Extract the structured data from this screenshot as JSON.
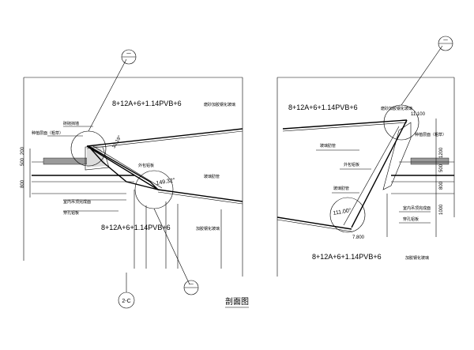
{
  "sheet_title": "剖面图",
  "left_section": {
    "spec_top": "8+12A+6+1.14PVB+6",
    "spec_top_note": "磨砂加胶钢化玻璃",
    "spec_bottom": "8+12A+6+1.14PVB+6",
    "spec_bottom_note": "加胶钢化玻璃",
    "label_railing": "砖砌挡墙",
    "label_planting": "种植层面（粗草）",
    "label_steel_beam": "外包铝板",
    "label_glass_rib": "玻璃肋管",
    "label_ceiling": "室内吊顶完成面",
    "label_perforated": "穿孔铝板",
    "angle_1": "32.19°",
    "angle_2": "149.32°",
    "dim_500": "500",
    "dim_200": "200",
    "dim_800": "800",
    "callout_top": "一",
    "callout_bottom": "一"
  },
  "right_section": {
    "spec_top": "8+12A+6+1.14PVB+6",
    "spec_top_note": "磨砂加胶钢化玻璃",
    "spec_bottom": "8+12A+6+1.14PVB+6",
    "spec_bottom_note": "加胶钢化玻璃",
    "label_glass_rib_top": "玻璃肋管",
    "label_aluminum": "外包铝板",
    "label_glass_rib_bottom": "玻璃肋管",
    "label_planting": "种植层面（粗草）",
    "label_ceiling": "室内吊顶完成面",
    "label_perforated": "穿孔铝板",
    "angle_top": "11.100",
    "angle_bottom": "111.00°",
    "dim_7800": "7.800",
    "dim_1200": "1200",
    "dim_500": "500",
    "dim_800": "800",
    "dim_1000": "1000",
    "callout_top": "一"
  },
  "grid_label": "2-C"
}
